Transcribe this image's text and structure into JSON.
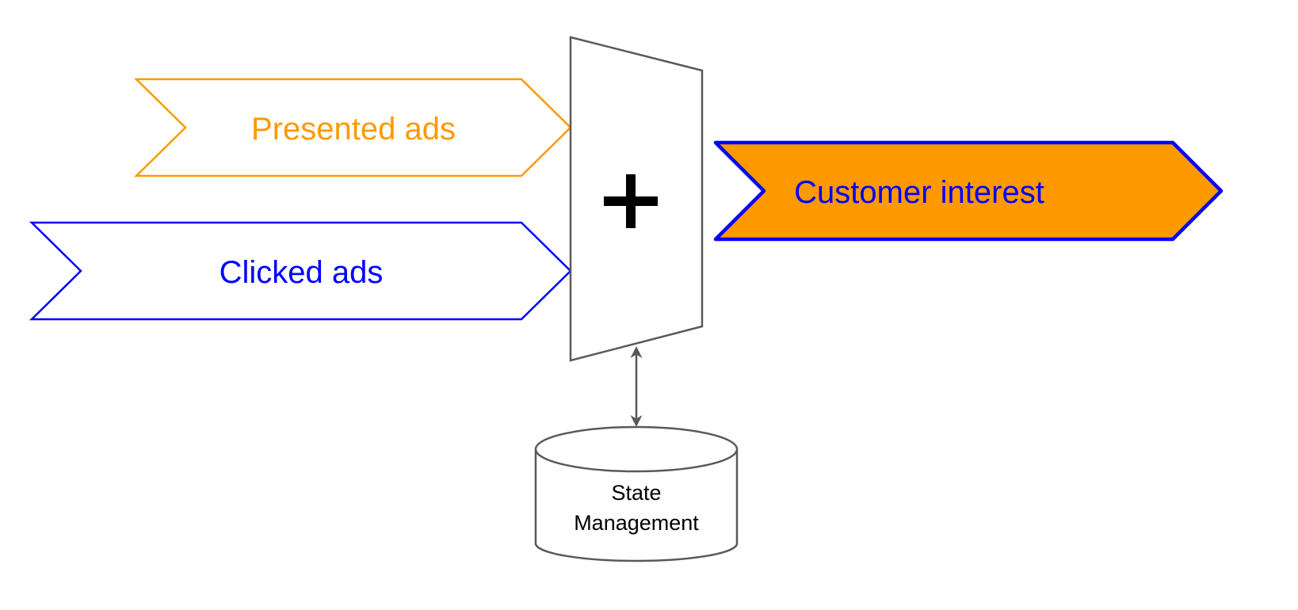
{
  "diagram": {
    "inputs": [
      {
        "id": "presented",
        "label": "Presented ads",
        "color": "#FF9900"
      },
      {
        "id": "clicked",
        "label": "Clicked ads",
        "color": "#0000FF"
      }
    ],
    "combiner": {
      "symbol": "+",
      "name": "merge operator"
    },
    "output": {
      "label": "Customer interest",
      "fill": "#FF9900",
      "stroke": "#0000FF",
      "text_color": "#0000FF"
    },
    "store": {
      "line1": "State",
      "line2": "Management"
    },
    "colors": {
      "neutral": "#595959",
      "text_dark": "#000000"
    }
  }
}
